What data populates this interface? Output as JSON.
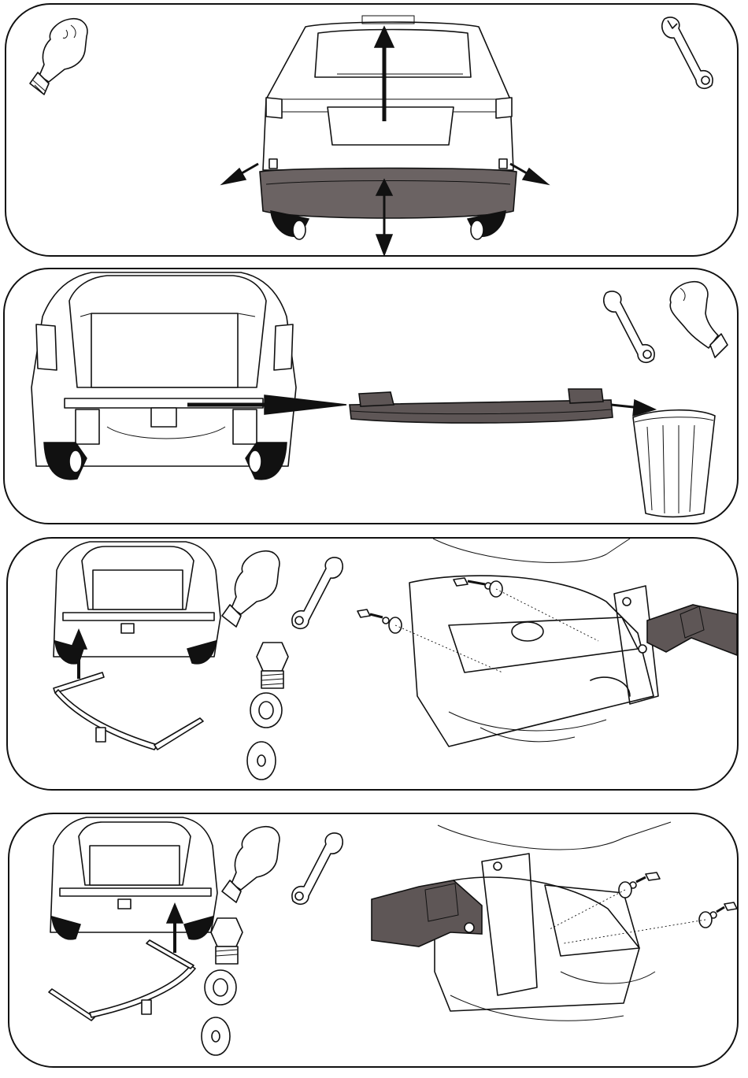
{
  "diagram": {
    "steps": [
      {
        "id": 1,
        "tools": [
          "glove-icon",
          "wrench-icon"
        ],
        "action": "remove-rear-bumper"
      },
      {
        "id": 2,
        "tools": [
          "wrench-icon",
          "glove-icon"
        ],
        "action": "remove-bumper-beam-discard"
      },
      {
        "id": 3,
        "tools": [
          "glove-icon",
          "wrench-icon"
        ],
        "hardware": [
          "bolt-icon",
          "spring-washer-icon",
          "flat-washer-icon"
        ],
        "action": "mount-towbar-left-side"
      },
      {
        "id": 4,
        "tools": [
          "glove-icon",
          "wrench-icon"
        ],
        "hardware": [
          "bolt-icon",
          "spring-washer-icon",
          "flat-washer-icon"
        ],
        "action": "mount-towbar-right-side"
      }
    ],
    "colors": {
      "line": "#111111",
      "part_fill": "#6b6363",
      "background": "#ffffff"
    }
  }
}
